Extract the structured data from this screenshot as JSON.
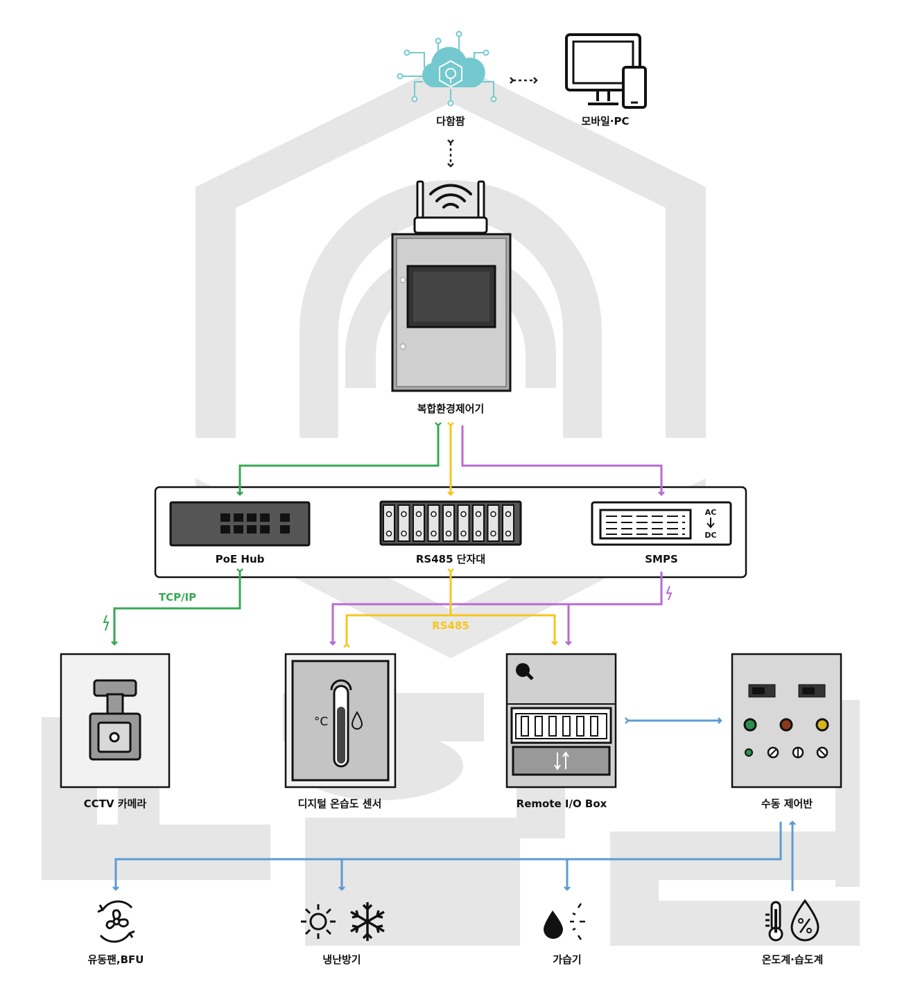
{
  "colors": {
    "green": "#35a853",
    "yellow": "#f7c51e",
    "purple": "#b86ad3",
    "blue": "#5b9bd3",
    "teal": "#73c9cf",
    "watermark": "#e6e6e6",
    "device_gray": "#cfcfcf",
    "dark": "#222222"
  },
  "top": {
    "cloud_label": "다함팜",
    "mobile_pc_label": "모바일·PC",
    "controller_label": "복합환경제어기"
  },
  "panel": {
    "poe_hub_label": "PoE Hub",
    "rs485_terminal_label": "RS485 단자대",
    "smps_label": "SMPS",
    "smps_ac": "AC",
    "smps_dc": "DC"
  },
  "protocols": {
    "tcpip": "TCP/IP",
    "rs485": "RS485"
  },
  "devices": {
    "cctv_label": "CCTV 카메라",
    "sensor_label": "디지털 온습도 센서",
    "sensor_temp_unit": "°C",
    "remote_io_label": "Remote I/O Box",
    "manual_panel_label": "수동 제어반"
  },
  "actuators": {
    "fan_label": "유동팬,BFU",
    "hvac_label": "냉난방기",
    "humidifier_label": "가습기",
    "thermo_hygro_label": "온도계·습도계"
  }
}
